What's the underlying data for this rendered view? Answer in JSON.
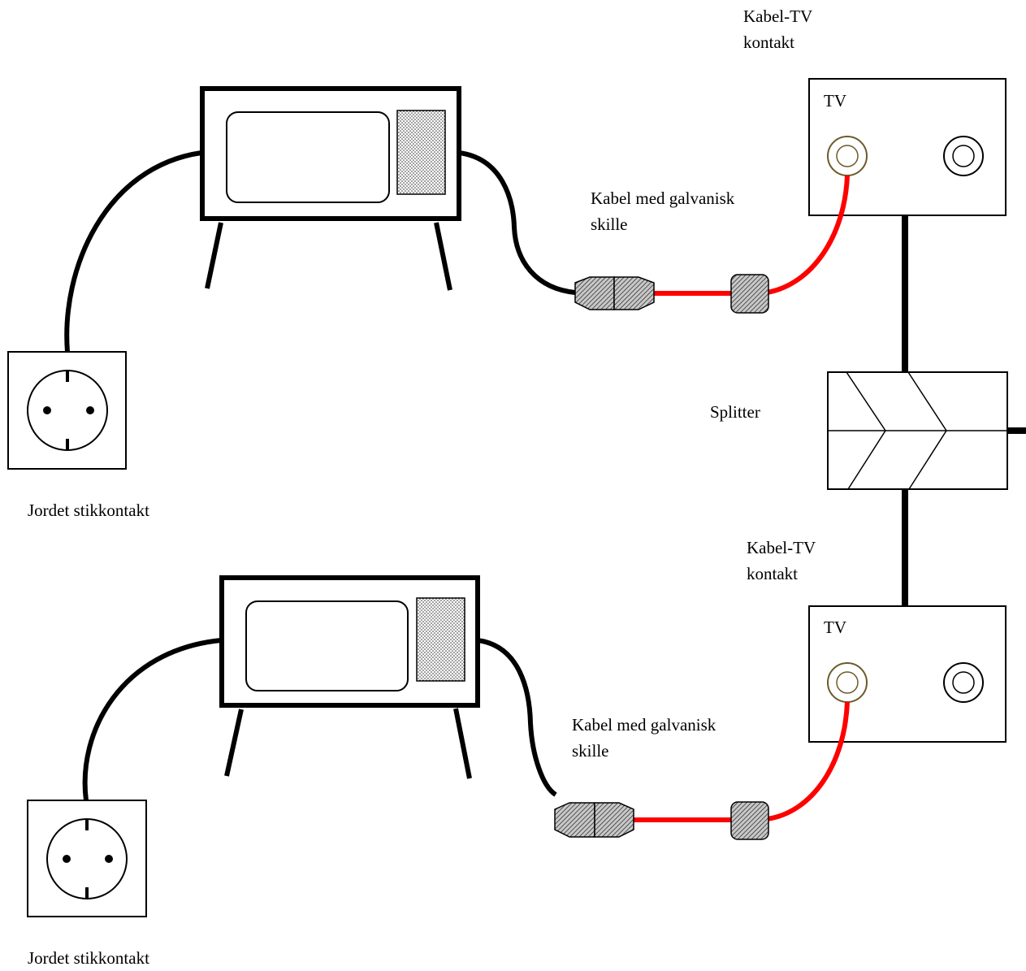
{
  "labels": {
    "kabel_tv_top_1": "Kabel-TV",
    "kabel_tv_top_2": "kontakt",
    "kabel_tv_bottom_1": "Kabel-TV",
    "kabel_tv_bottom_2": "kontakt",
    "kabel_top_1": "Kabel med galvanisk",
    "kabel_top_2": "skille",
    "kabel_bottom_1": "Kabel med galvanisk",
    "kabel_bottom_2": "skille",
    "splitter": "Splitter",
    "jordet_top": "Jordet stikkontakt",
    "jordet_bottom": "Jordet stikkontakt",
    "tv_plate_top": "TV",
    "tv_plate_bottom": "TV"
  },
  "colors": {
    "cable_black": "#000000",
    "cable_red": "#ff0000",
    "connector_hatch": "#555555",
    "socket_ring": "#6b5a2a"
  }
}
